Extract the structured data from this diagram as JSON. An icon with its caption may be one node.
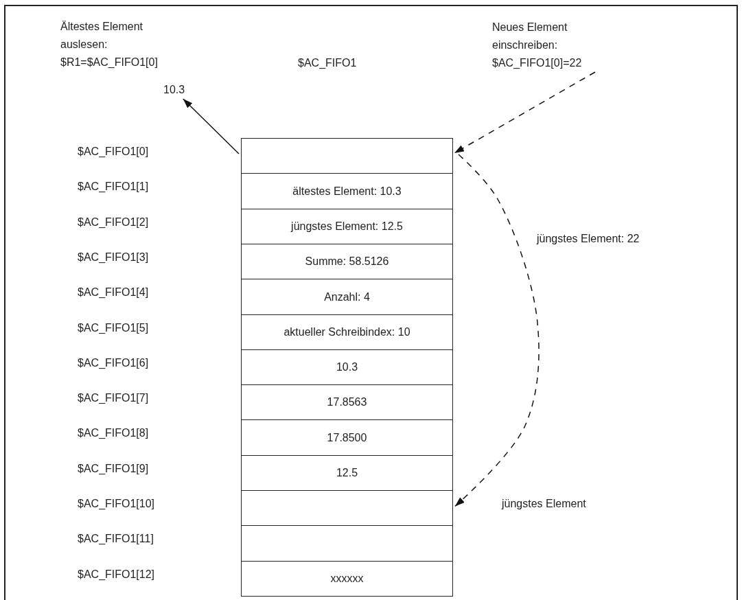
{
  "diagram": {
    "nodes": [
      {
        "text": [
          "10.3"
        ]
      },
      {
        "text": [
          "Neues Element einschreiben: $AC_FIFO1[0]=22"
        ]
      },
      {
        "text": [],
        "shape": "box"
      },
      {
        "text": [
          "ältestes Element: 10.3"
        ]
      },
      {
        "text": [
          "jüngstes Element: 12.5"
        ]
      },
      {
        "text": [
          "Summe: 58.5126"
        ]
      },
      {
        "text": [
          "Anzahl: 4"
        ]
      },
      {
        "text": [
          "aktueller Schreibindex: 10"
        ]
      },
      {
        "text": [
          "10.3"
        ]
      },
      {
        "text": [
          "17.8563"
        ]
      },
      {
        "text": [
          "17.8500"
        ]
      },
      {
        "text": [
          "12.5"
        ]
      },
      {
        "text": [],
        "shape": "box"
      },
      {
        "text": [],
        "shape": "box"
      },
      {
        "text": [
          "xxxxxx"
        ]
      }
    ],
    "edges": [
      {
        "from": 2,
        "to": 0,
        "arrow": "to"
      },
      {
        "from": 1,
        "to": 2,
        "arrow": "to",
        "style": "dashed"
      },
      {
        "from": 2,
        "to": 12,
        "arrow": "to",
        "style": "dashed",
        "label": "jüngstes Element: 22"
      }
    ],
    "labels": [
      "Ältestes Element auslesen: $R1=$AC_FIFO1[0]",
      "$AC_FIFO1",
      "$AC_FIFO1[0]",
      "$AC_FIFO1[1]",
      "$AC_FIFO1[2]",
      "$AC_FIFO1[3]",
      "$AC_FIFO1[4]",
      "$AC_FIFO1[5]",
      "$AC_FIFO1[6]",
      "$AC_FIFO1[7]",
      "$AC_FIFO1[8]",
      "$AC_FIFO1[9]",
      "$AC_FIFO1[10]",
      "$AC_FIFO1[11]",
      "$AC_FIFO1[12]",
      "jüngstes Element"
    ]
  }
}
